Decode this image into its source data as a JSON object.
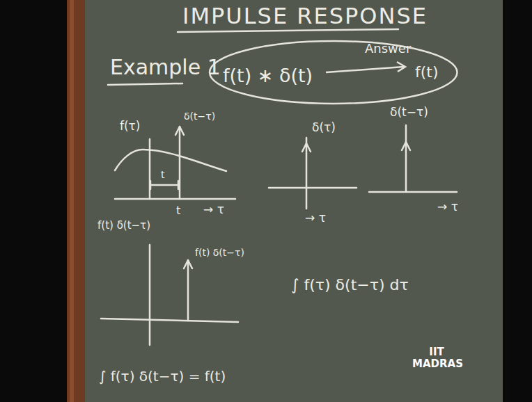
{
  "diagram": {
    "title": "IMPULSE RESPONSE",
    "nodes": [
      {
        "text": [
          "f(t) ∗ δ(t)",
          "Answer",
          "f(t)"
        ]
      }
    ],
    "labels": [
      "Example 1",
      "f(τ)",
      "δ(t−τ)",
      "t",
      "→ τ",
      "t",
      "δ(τ)",
      "→ τ",
      "δ(t−τ)",
      "→ τ",
      "f(t) δ(t−τ)",
      "f(t) δ(t−τ)",
      "∫ f(τ) δ(t−τ) dτ",
      "∫ f(τ) δ(t−τ) = f(t)",
      "IIT MADRAS"
    ]
  }
}
